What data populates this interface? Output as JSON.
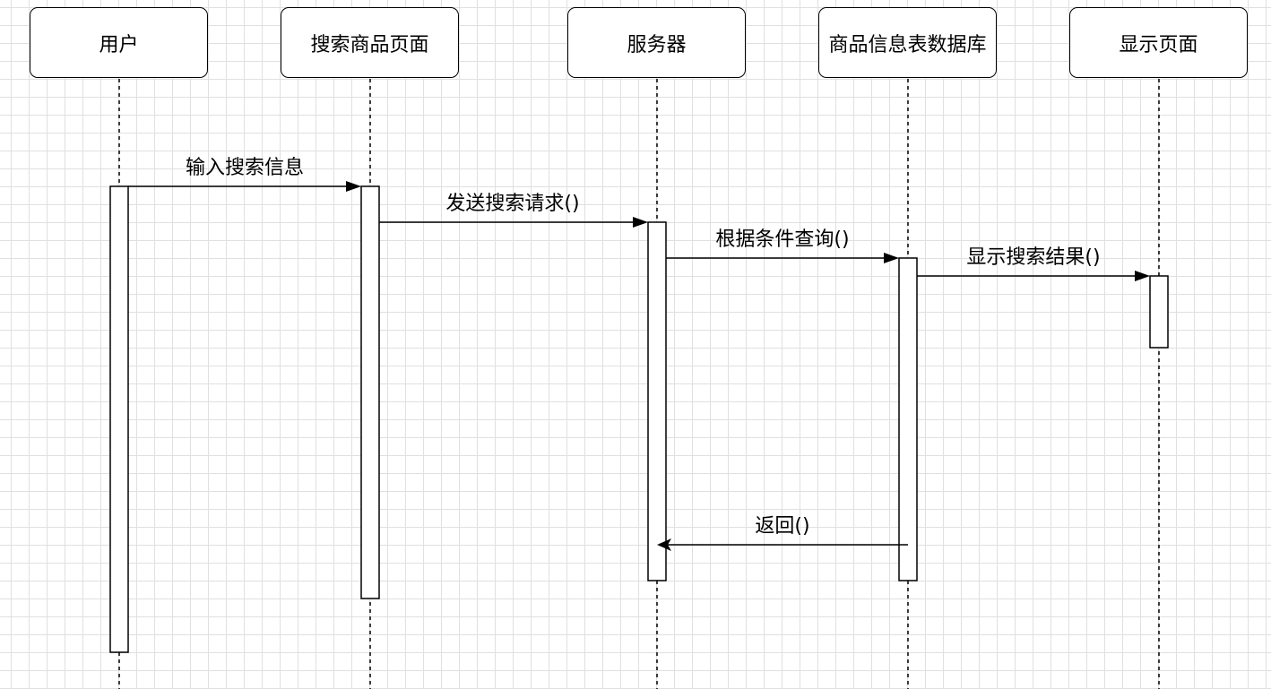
{
  "participants": [
    {
      "id": "user",
      "label": "用户"
    },
    {
      "id": "search_page",
      "label": "搜索商品页面"
    },
    {
      "id": "server",
      "label": "服务器"
    },
    {
      "id": "db",
      "label": "商品信息表数据库"
    },
    {
      "id": "display_page",
      "label": "显示页面"
    }
  ],
  "messages": [
    {
      "from": "user",
      "to": "search_page",
      "label": "输入搜索信息",
      "style": "sync"
    },
    {
      "from": "search_page",
      "to": "server",
      "label": "发送搜索请求()",
      "style": "sync"
    },
    {
      "from": "server",
      "to": "db",
      "label": "根据条件查询()",
      "style": "sync"
    },
    {
      "from": "db",
      "to": "display_page",
      "label": "显示搜索结果()",
      "style": "sync"
    },
    {
      "from": "db",
      "to": "server",
      "label": "返回()",
      "style": "return"
    }
  ]
}
